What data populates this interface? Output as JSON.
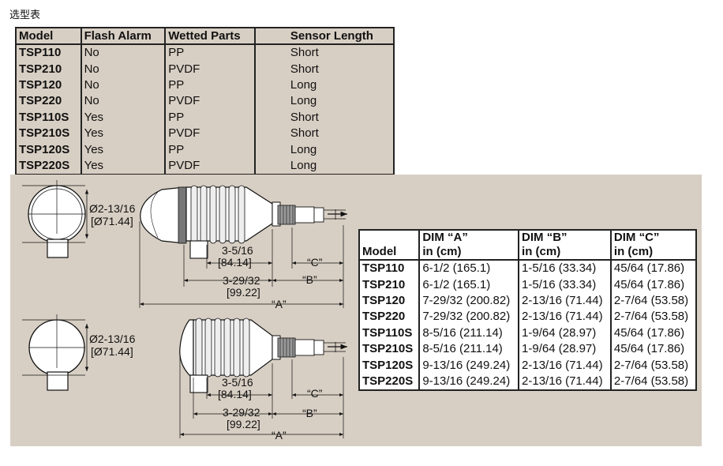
{
  "caption": "选型表",
  "selection_table": {
    "headers": [
      "Model",
      "Flash Alarm",
      "Wetted Parts",
      "Sensor Length"
    ],
    "rows": [
      [
        "TSP110",
        "No",
        "PP",
        "Short"
      ],
      [
        "TSP210",
        "No",
        "PVDF",
        "Short"
      ],
      [
        "TSP120",
        "No",
        "PP",
        "Long"
      ],
      [
        "TSP220",
        "No",
        "PVDF",
        "Long"
      ],
      [
        "TSP110S",
        "Yes",
        "PP",
        "Short"
      ],
      [
        "TSP210S",
        "Yes",
        "PVDF",
        "Short"
      ],
      [
        "TSP120S",
        "Yes",
        "PP",
        "Long"
      ],
      [
        "TSP220S",
        "Yes",
        "PVDF",
        "Long"
      ]
    ]
  },
  "drawing_top": {
    "diameter_in": "Ø2-13/16",
    "diameter_mm": "[Ø71.44]",
    "dim1_in": "3-5/16",
    "dim1_mm": "[84.14]",
    "dim2_in": "3-29/32",
    "dim2_mm": "[99.22]",
    "label_a": "“A”",
    "label_b": "“B”",
    "label_c": "“C”"
  },
  "drawing_bottom": {
    "diameter_in": "Ø2-13/16",
    "diameter_mm": "[Ø71.44]",
    "dim1_in": "3-5/16",
    "dim1_mm": "[84.14]",
    "dim2_in": "3-29/32",
    "dim2_mm": "[99.22]",
    "label_a": "“A”",
    "label_b": "“B”",
    "label_c": "“C”"
  },
  "dimension_table": {
    "headers": [
      {
        "line1": "",
        "line2": "Model"
      },
      {
        "line1": "DIM “A”",
        "line2": "in (cm)"
      },
      {
        "line1": "DIM “B”",
        "line2": "in (cm)"
      },
      {
        "line1": "DIM “C”",
        "line2": "in (cm)"
      }
    ],
    "rows": [
      [
        "TSP110",
        "6-1/2 (165.1)",
        "1-5/16 (33.34)",
        "45/64 (17.86)"
      ],
      [
        "TSP210",
        "6-1/2 (165.1)",
        "1-5/16 (33.34)",
        "45/64 (17.86)"
      ],
      [
        "TSP120",
        "7-29/32 (200.82)",
        "2-13/16 (71.44)",
        "2-7/64 (53.58)"
      ],
      [
        "TSP220",
        "7-29/32 (200.82)",
        "2-13/16 (71.44)",
        "2-7/64 (53.58)"
      ],
      [
        "TSP110S",
        "8-5/16 (211.14)",
        "1-9/64 (28.97)",
        "45/64 (17.86)"
      ],
      [
        "TSP210S",
        "8-5/16 (211.14)",
        "1-9/64 (28.97)",
        "45/64 (17.86)"
      ],
      [
        "TSP120S",
        "9-13/16 (249.24)",
        "2-13/16 (71.44)",
        "2-7/64 (53.58)"
      ],
      [
        "TSP220S",
        "9-13/16 (249.24)",
        "2-13/16 (71.44)",
        "2-7/64 (53.58)"
      ]
    ]
  }
}
